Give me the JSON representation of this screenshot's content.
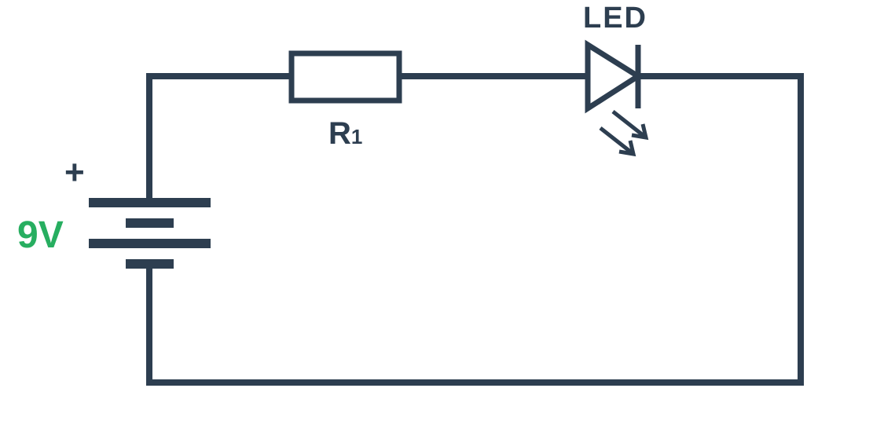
{
  "battery": {
    "polarity_symbol": "+",
    "voltage": "9V",
    "voltage_color": "#27ae60"
  },
  "resistor": {
    "label": "R",
    "label_subscript": "1"
  },
  "led": {
    "label": "LED"
  },
  "colors": {
    "wire": "#2d3e50",
    "background": "#ffffff"
  }
}
